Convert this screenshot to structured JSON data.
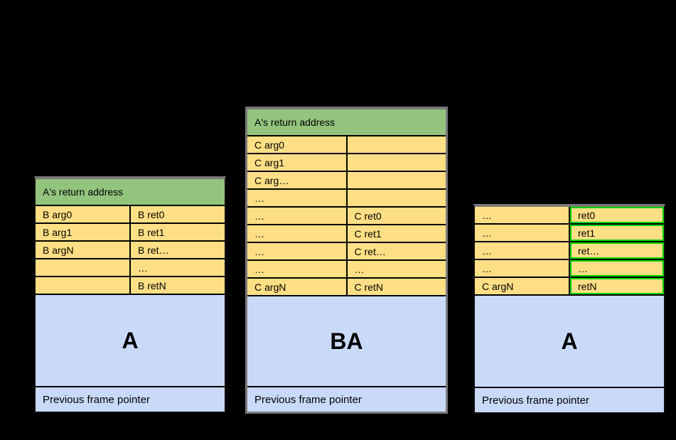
{
  "colors": {
    "background": "#000000",
    "header_green": "#93c47d",
    "cell_yellow": "#ffdf85",
    "region_blue": "#c9daf8",
    "highlight_green_border": "#00d400",
    "outline_gray": "#7a7a7a",
    "inner_border": "#000000"
  },
  "stacks": [
    {
      "name": "left-stack",
      "header": "A's return address",
      "rows": [
        {
          "left": "B arg0",
          "right": "B ret0"
        },
        {
          "left": "B arg1",
          "right": "B ret1"
        },
        {
          "left": "B argN",
          "right": "B ret…"
        },
        {
          "left": "",
          "right": "…"
        },
        {
          "left": "",
          "right": "B retN"
        }
      ],
      "frame_label": "A",
      "footer": "Previous frame pointer"
    },
    {
      "name": "middle-stack",
      "header": "A's return address",
      "rows": [
        {
          "left": "C arg0",
          "right": ""
        },
        {
          "left": "C arg1",
          "right": ""
        },
        {
          "left": "C arg…",
          "right": ""
        },
        {
          "left": "…",
          "right": ""
        },
        {
          "left": "…",
          "right": "C ret0"
        },
        {
          "left": "…",
          "right": "C ret1"
        },
        {
          "left": "…",
          "right": "C ret…"
        },
        {
          "left": "…",
          "right": "…"
        },
        {
          "left": "C argN",
          "right": "C retN"
        }
      ],
      "frame_label": "BA",
      "footer": "Previous frame pointer"
    },
    {
      "name": "right-stack",
      "rows": [
        {
          "left": "…",
          "right": "ret0"
        },
        {
          "left": "…",
          "right": "ret1"
        },
        {
          "left": "…",
          "right": "ret…"
        },
        {
          "left": "…",
          "right": "…"
        },
        {
          "left": "C argN",
          "right": "retN"
        }
      ],
      "frame_label": "A",
      "footer": "Previous frame pointer"
    }
  ]
}
